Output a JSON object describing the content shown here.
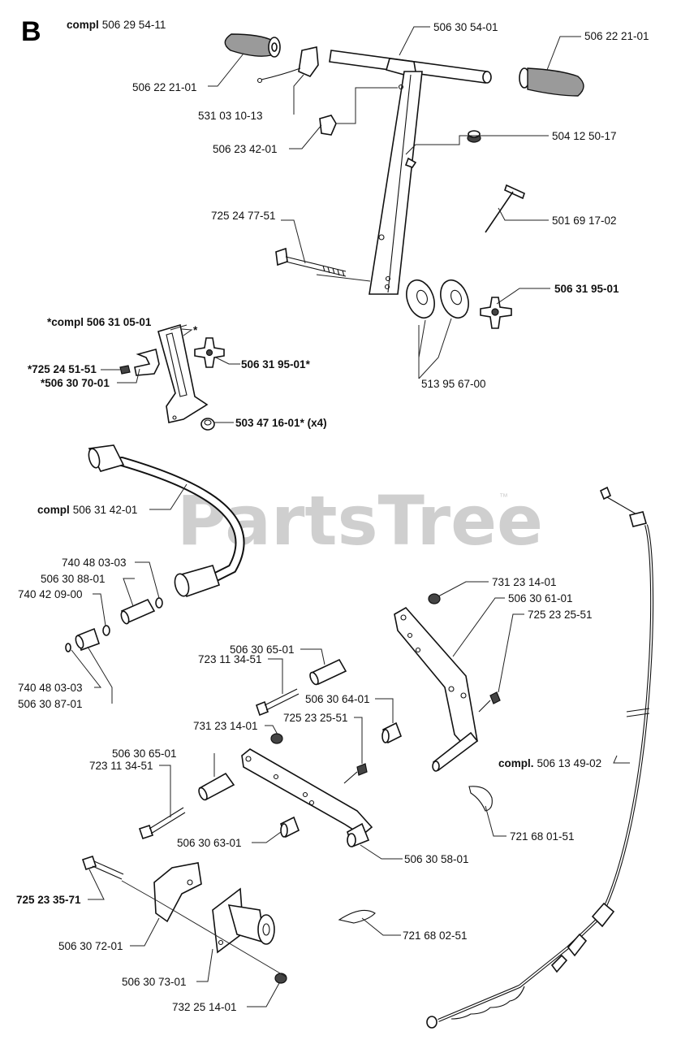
{
  "section": "B",
  "watermark": {
    "text": "PartsTree",
    "trademark": "™"
  },
  "labels": {
    "compl_assembly": {
      "prefix": "compl",
      "number": "506 29 54-11"
    },
    "handlebar": "506 30 54-01",
    "grip_left": "506 22 21-01",
    "grip_right": "506 22 21-01",
    "lever": "531 03 10-13",
    "clip": "506 23 42-01",
    "nut_top": "504 12 50-17",
    "tool": "501 69 17-02",
    "bolt_long": "725 24 77-51",
    "knob_bold": "506 31 95-01",
    "bracket_compl": "*compl 506 31 05-01",
    "bracket_star": "*",
    "screw_bracket": "*725 24 51-51",
    "clip_bracket": "*506 30 70-01",
    "knob_star": "506 31 95-01*",
    "sleeve_x4": "503 47 16-01* (x4)",
    "ratchet": "513 95 67-00",
    "hose_compl": {
      "prefix": "compl",
      "number": "506 31 42-01"
    },
    "ring_a": "740 48 03-03",
    "fitting_a": "506 30 88-01",
    "ring_b": "740 42 09-00",
    "ring_c": "740 48 03-03",
    "fitting_b": "506 30 87-01",
    "nut_upper": "731 23 14-01",
    "arm_upper": "506 30 61-01",
    "screw_upper": "725 23 25-51",
    "spacer_upper": "506 30 65-01",
    "bolt_upper": "723 11 34-51",
    "spacer_short": "506 30 64-01",
    "screw_mid": "725 23 25-51",
    "nut_lower": "731 23 14-01",
    "spacer_lower": "506 30 65-01",
    "bolt_lower": "723 11 34-51",
    "cable_compl": {
      "prefix": "compl.",
      "number": "506 13 49-02"
    },
    "pin_upper": "721 68 01-51",
    "spacer_mid": "506 30 63-01",
    "arm_lower": "506 30 58-01",
    "bolt_bracket": "725 23 35-71",
    "pin_lower": "721 68 02-51",
    "bracket_u": "506 30 72-01",
    "plate_pin": "506 30 73-01",
    "nut_bottom": "732 25 14-01"
  }
}
